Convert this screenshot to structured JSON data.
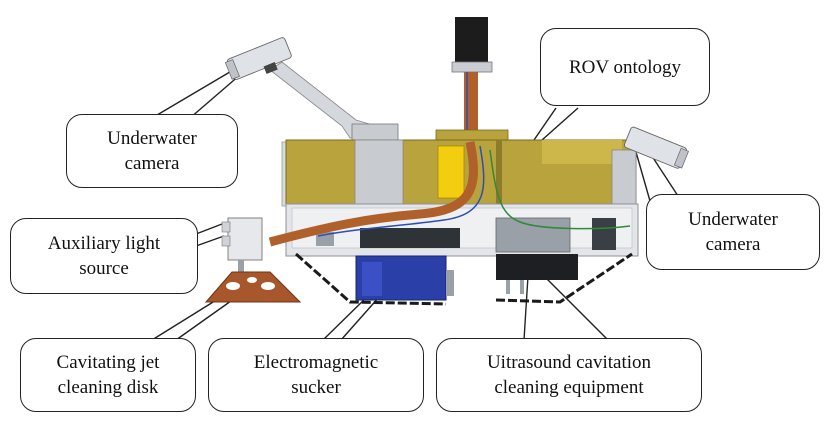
{
  "callouts": {
    "rov_ontology": "ROV ontology",
    "camera_left": "Underwater\ncamera",
    "camera_right": "Underwater\ncamera",
    "aux_light": "Auxiliary light\nsource",
    "jet_disk": "Cavitating jet\ncleaning disk",
    "em_sucker": "Electromagnetic\nsucker",
    "ultrasound": "Uitrasound cavitation\ncleaning equipment"
  },
  "colors": {
    "ontology_body": "#b9a33c",
    "ontology_body_light": "#cdb74a",
    "frame": "#d8dbe0",
    "frame_dark": "#9aa0a8",
    "tube": "#b0602a",
    "sucker_blue": "#2b3fa8",
    "mast": "#1c1c1c",
    "chain": "#1a1a1a",
    "disk": "#a8562c",
    "cable_blue": "#2b4fb5",
    "cable_green": "#2f8a3a",
    "yellow_block": "#f2cd10"
  }
}
